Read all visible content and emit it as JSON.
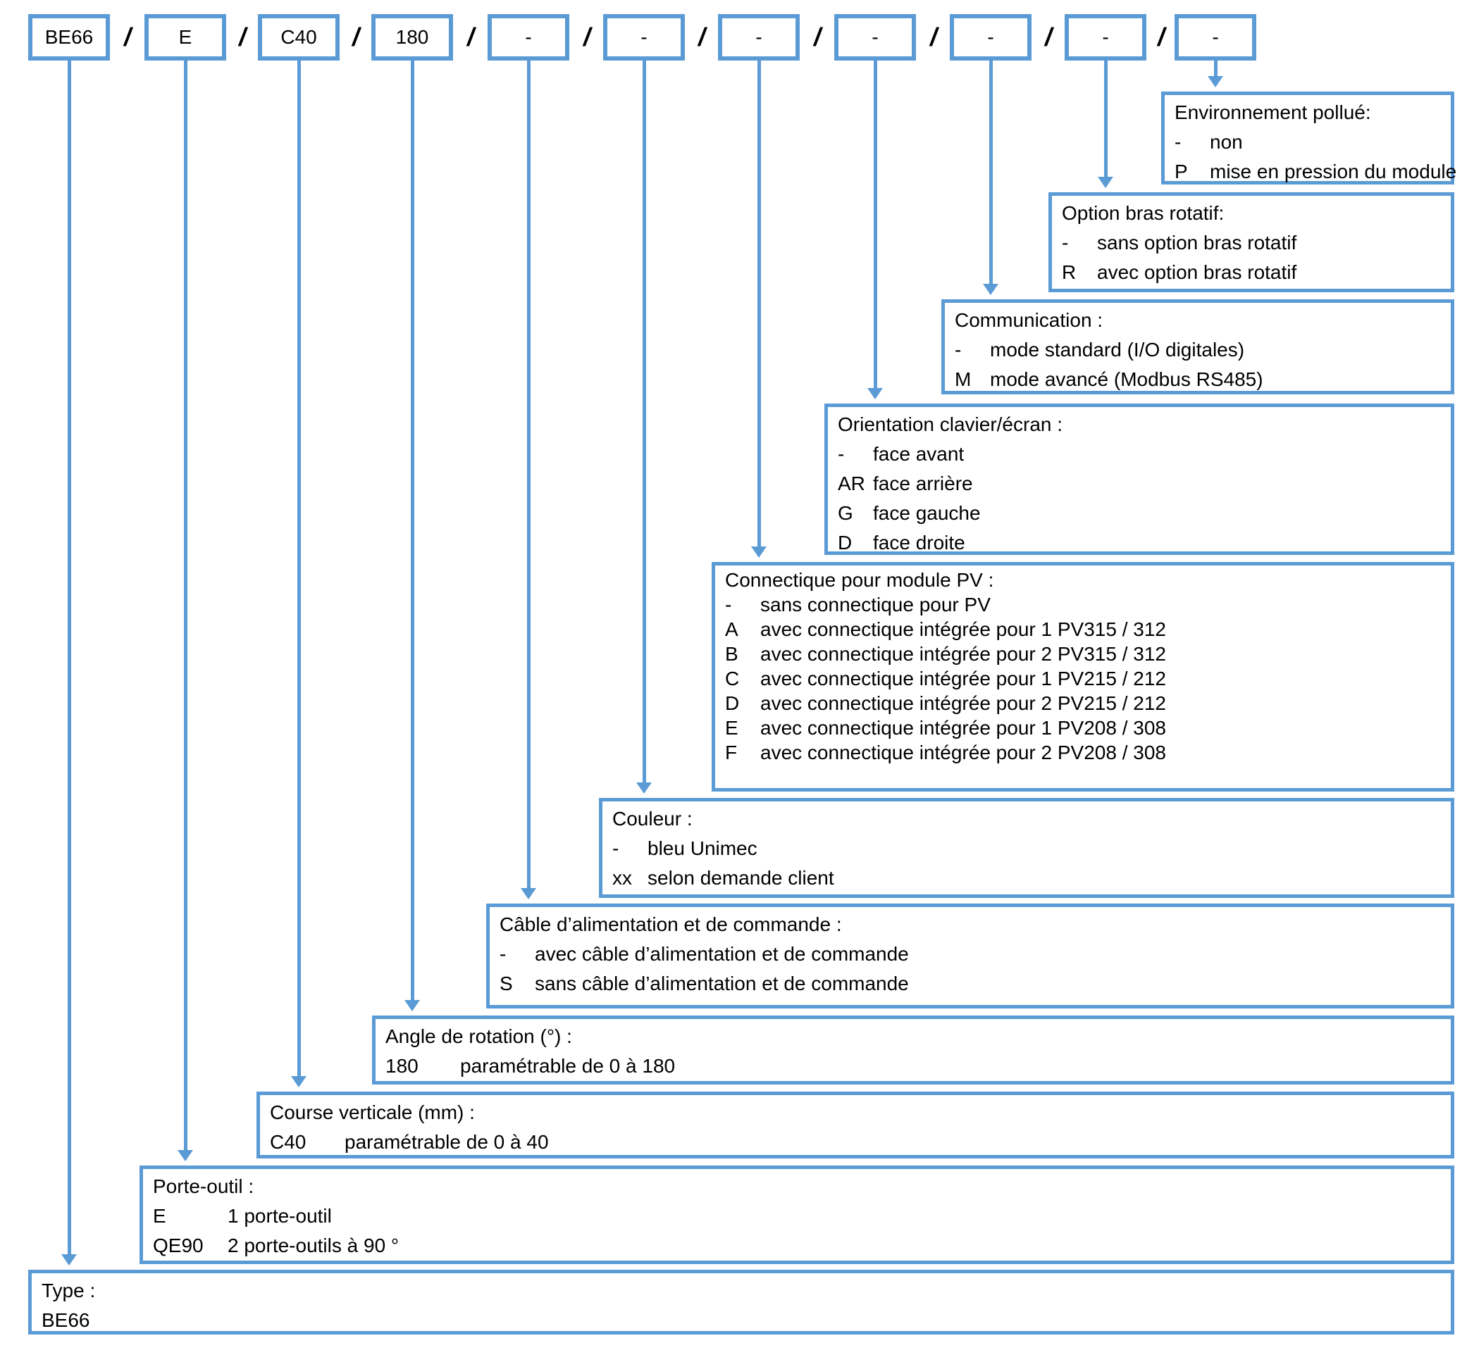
{
  "colors": {
    "accent": "#5B9BD5",
    "text": "#000000",
    "background": "#FFFFFF"
  },
  "diagram": {
    "separator": "/",
    "code_boxes": [
      {
        "label": "BE66"
      },
      {
        "label": "E"
      },
      {
        "label": "C40"
      },
      {
        "label": "180"
      },
      {
        "label": "-"
      },
      {
        "label": "-"
      },
      {
        "label": "-"
      },
      {
        "label": "-"
      },
      {
        "label": "-"
      },
      {
        "label": "-"
      },
      {
        "label": "-"
      }
    ],
    "legend_boxes": [
      {
        "title": "Type :",
        "items": [
          {
            "code": "BE66",
            "desc": ""
          }
        ]
      },
      {
        "title": "Porte-outil :",
        "items": [
          {
            "code": "E",
            "desc": "1 porte-outil"
          },
          {
            "code": "QE90",
            "desc": "2 porte-outils à 90 °"
          }
        ]
      },
      {
        "title": "Course verticale (mm) :",
        "items": [
          {
            "code": "C40",
            "desc": "paramétrable de 0 à 40"
          }
        ]
      },
      {
        "title": "Angle de rotation (°) :",
        "items": [
          {
            "code": "180",
            "desc": "paramétrable de 0 à 180"
          }
        ]
      },
      {
        "title": "Câble d’alimentation et de commande :",
        "items": [
          {
            "code": "-",
            "desc": "avec câble d’alimentation et de commande"
          },
          {
            "code": "S",
            "desc": "sans câble d’alimentation et de commande"
          }
        ]
      },
      {
        "title": "Couleur :",
        "items": [
          {
            "code": "-",
            "desc": "bleu Unimec"
          },
          {
            "code": "xx",
            "desc": "selon demande client"
          }
        ]
      },
      {
        "title": "Connectique pour module PV :",
        "items": [
          {
            "code": "-",
            "desc": "sans connectique pour PV"
          },
          {
            "code": "A",
            "desc": "avec connectique intégrée pour 1 PV315 / 312"
          },
          {
            "code": "B",
            "desc": "avec connectique intégrée pour 2 PV315 / 312"
          },
          {
            "code": "C",
            "desc": "avec connectique intégrée pour 1 PV215 / 212"
          },
          {
            "code": "D",
            "desc": "avec connectique intégrée pour 2 PV215 / 212"
          },
          {
            "code": "E",
            "desc": "avec connectique intégrée pour 1 PV208 / 308"
          },
          {
            "code": "F",
            "desc": "avec connectique intégrée pour 2 PV208 / 308"
          }
        ]
      },
      {
        "title": "Orientation clavier/écran :",
        "items": [
          {
            "code": "-",
            "desc": "face avant"
          },
          {
            "code": "AR",
            "desc": "face arrière"
          },
          {
            "code": "G",
            "desc": "face gauche"
          },
          {
            "code": "D",
            "desc": "face droite"
          }
        ]
      },
      {
        "title": "Communication :",
        "items": [
          {
            "code": "-",
            "desc": "mode standard (I/O digitales)"
          },
          {
            "code": "M",
            "desc": "mode avancé (Modbus RS485)"
          }
        ]
      },
      {
        "title": "Option bras rotatif:",
        "items": [
          {
            "code": "-",
            "desc": "sans option bras rotatif"
          },
          {
            "code": "R",
            "desc": "avec option bras rotatif"
          }
        ]
      },
      {
        "title": "Environnement pollué:",
        "items": [
          {
            "code": "-",
            "desc": "non"
          },
          {
            "code": "P",
            "desc": "mise en pression du module"
          }
        ]
      }
    ]
  }
}
